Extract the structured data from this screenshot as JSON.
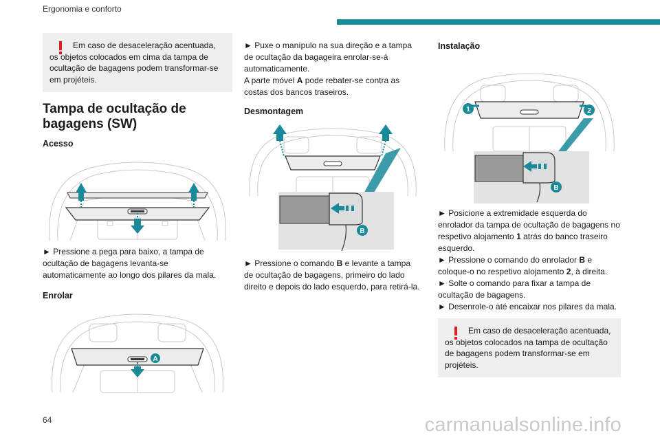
{
  "header": {
    "title": "Ergonomia e conforto",
    "accent_color": "#1a8a9a"
  },
  "page_number": "64",
  "watermark": "carmanualsonline.info",
  "col1": {
    "warning": "Em caso de desaceleração acentuada, os objetos colocados em cima da tampa de ocultação de bagagens podem transformar-se em projéteis.",
    "title": "Tampa de ocultação de bagagens (SW)",
    "acesso_heading": "Acesso",
    "acesso_text": "► Pressione a pega para baixo, a tampa de ocultação de bagagens levanta-se automaticamente ao longo dos pilares da mala.",
    "enrolar_heading": "Enrolar",
    "label_a": "A"
  },
  "col2": {
    "text1": "► Puxe o manípulo na sua direção e a tampa de ocultação da bagageira enrolar-se-á automaticamente.",
    "text2_pre": "A parte móvel ",
    "text2_key": "A",
    "text2_post": " pode rebater-se contra as costas dos bancos traseiros.",
    "desmontagem_heading": "Desmontagem",
    "label_b": "B",
    "text3_pre": "► Pressione o comando ",
    "text3_key": "B",
    "text3_post": " e levante a tampa de ocultação de bagagens, primeiro do lado direito e depois do lado esquerdo, para retirá-la."
  },
  "col3": {
    "instalacao_heading": "Instalação",
    "label_1": "1",
    "label_2": "2",
    "label_b": "B",
    "step1_pre": "► Posicione a extremidade esquerda do enrolador da tampa de ocultação de bagagens no respetivo alojamento ",
    "step1_key": "1",
    "step1_post": " atrás do banco traseiro esquerdo.",
    "step2_pre": "► Pressione o comando do enrolador ",
    "step2_key": "B",
    "step2_post": " e coloque-o no respetivo alojamento ",
    "step2_key2": "2",
    "step2_post2": ", à direita.",
    "step3": "► Solte o comando para fixar a tampa de ocultação de bagagens.",
    "step4": "► Desenrole-o até encaixar nos pilares da mala.",
    "warning": "Em caso de desaceleração acentuada, os objetos colocados na tampa de ocultação de bagagens podem transformar-se em projéteis."
  }
}
